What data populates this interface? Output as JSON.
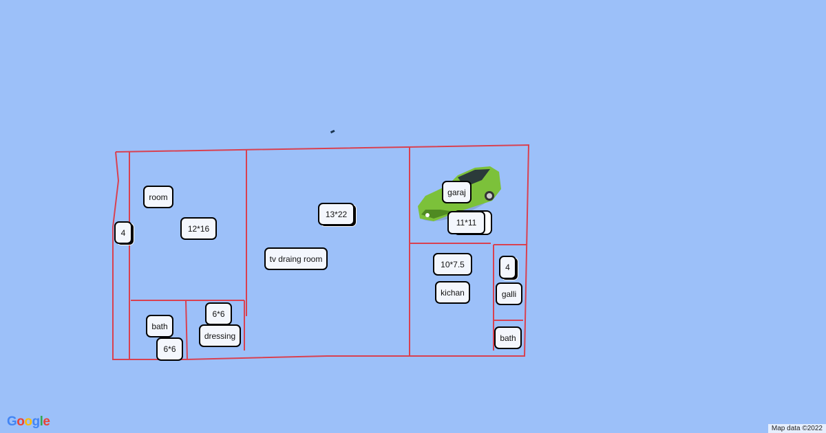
{
  "map": {
    "line_color": "#d9404f",
    "background": "#9cc0f9",
    "attribution": "Map data ©2022",
    "logo": "Google"
  },
  "labels": {
    "left_width": "4",
    "room": "room",
    "room_size": "12*16",
    "tv_size": "13*22",
    "tv_room": "tv draing room",
    "bath_left": "bath",
    "bath_left_size": "6*6",
    "dressing_size": "6*6",
    "dressing": "dressing",
    "garaj": "garaj",
    "garaj_size": "11*11",
    "kichan_size": "10*7.5",
    "kichan": "kichan",
    "galli_width": "4",
    "galli": "galli",
    "bath_right": "bath"
  },
  "icons": {
    "car": "car-icon"
  }
}
